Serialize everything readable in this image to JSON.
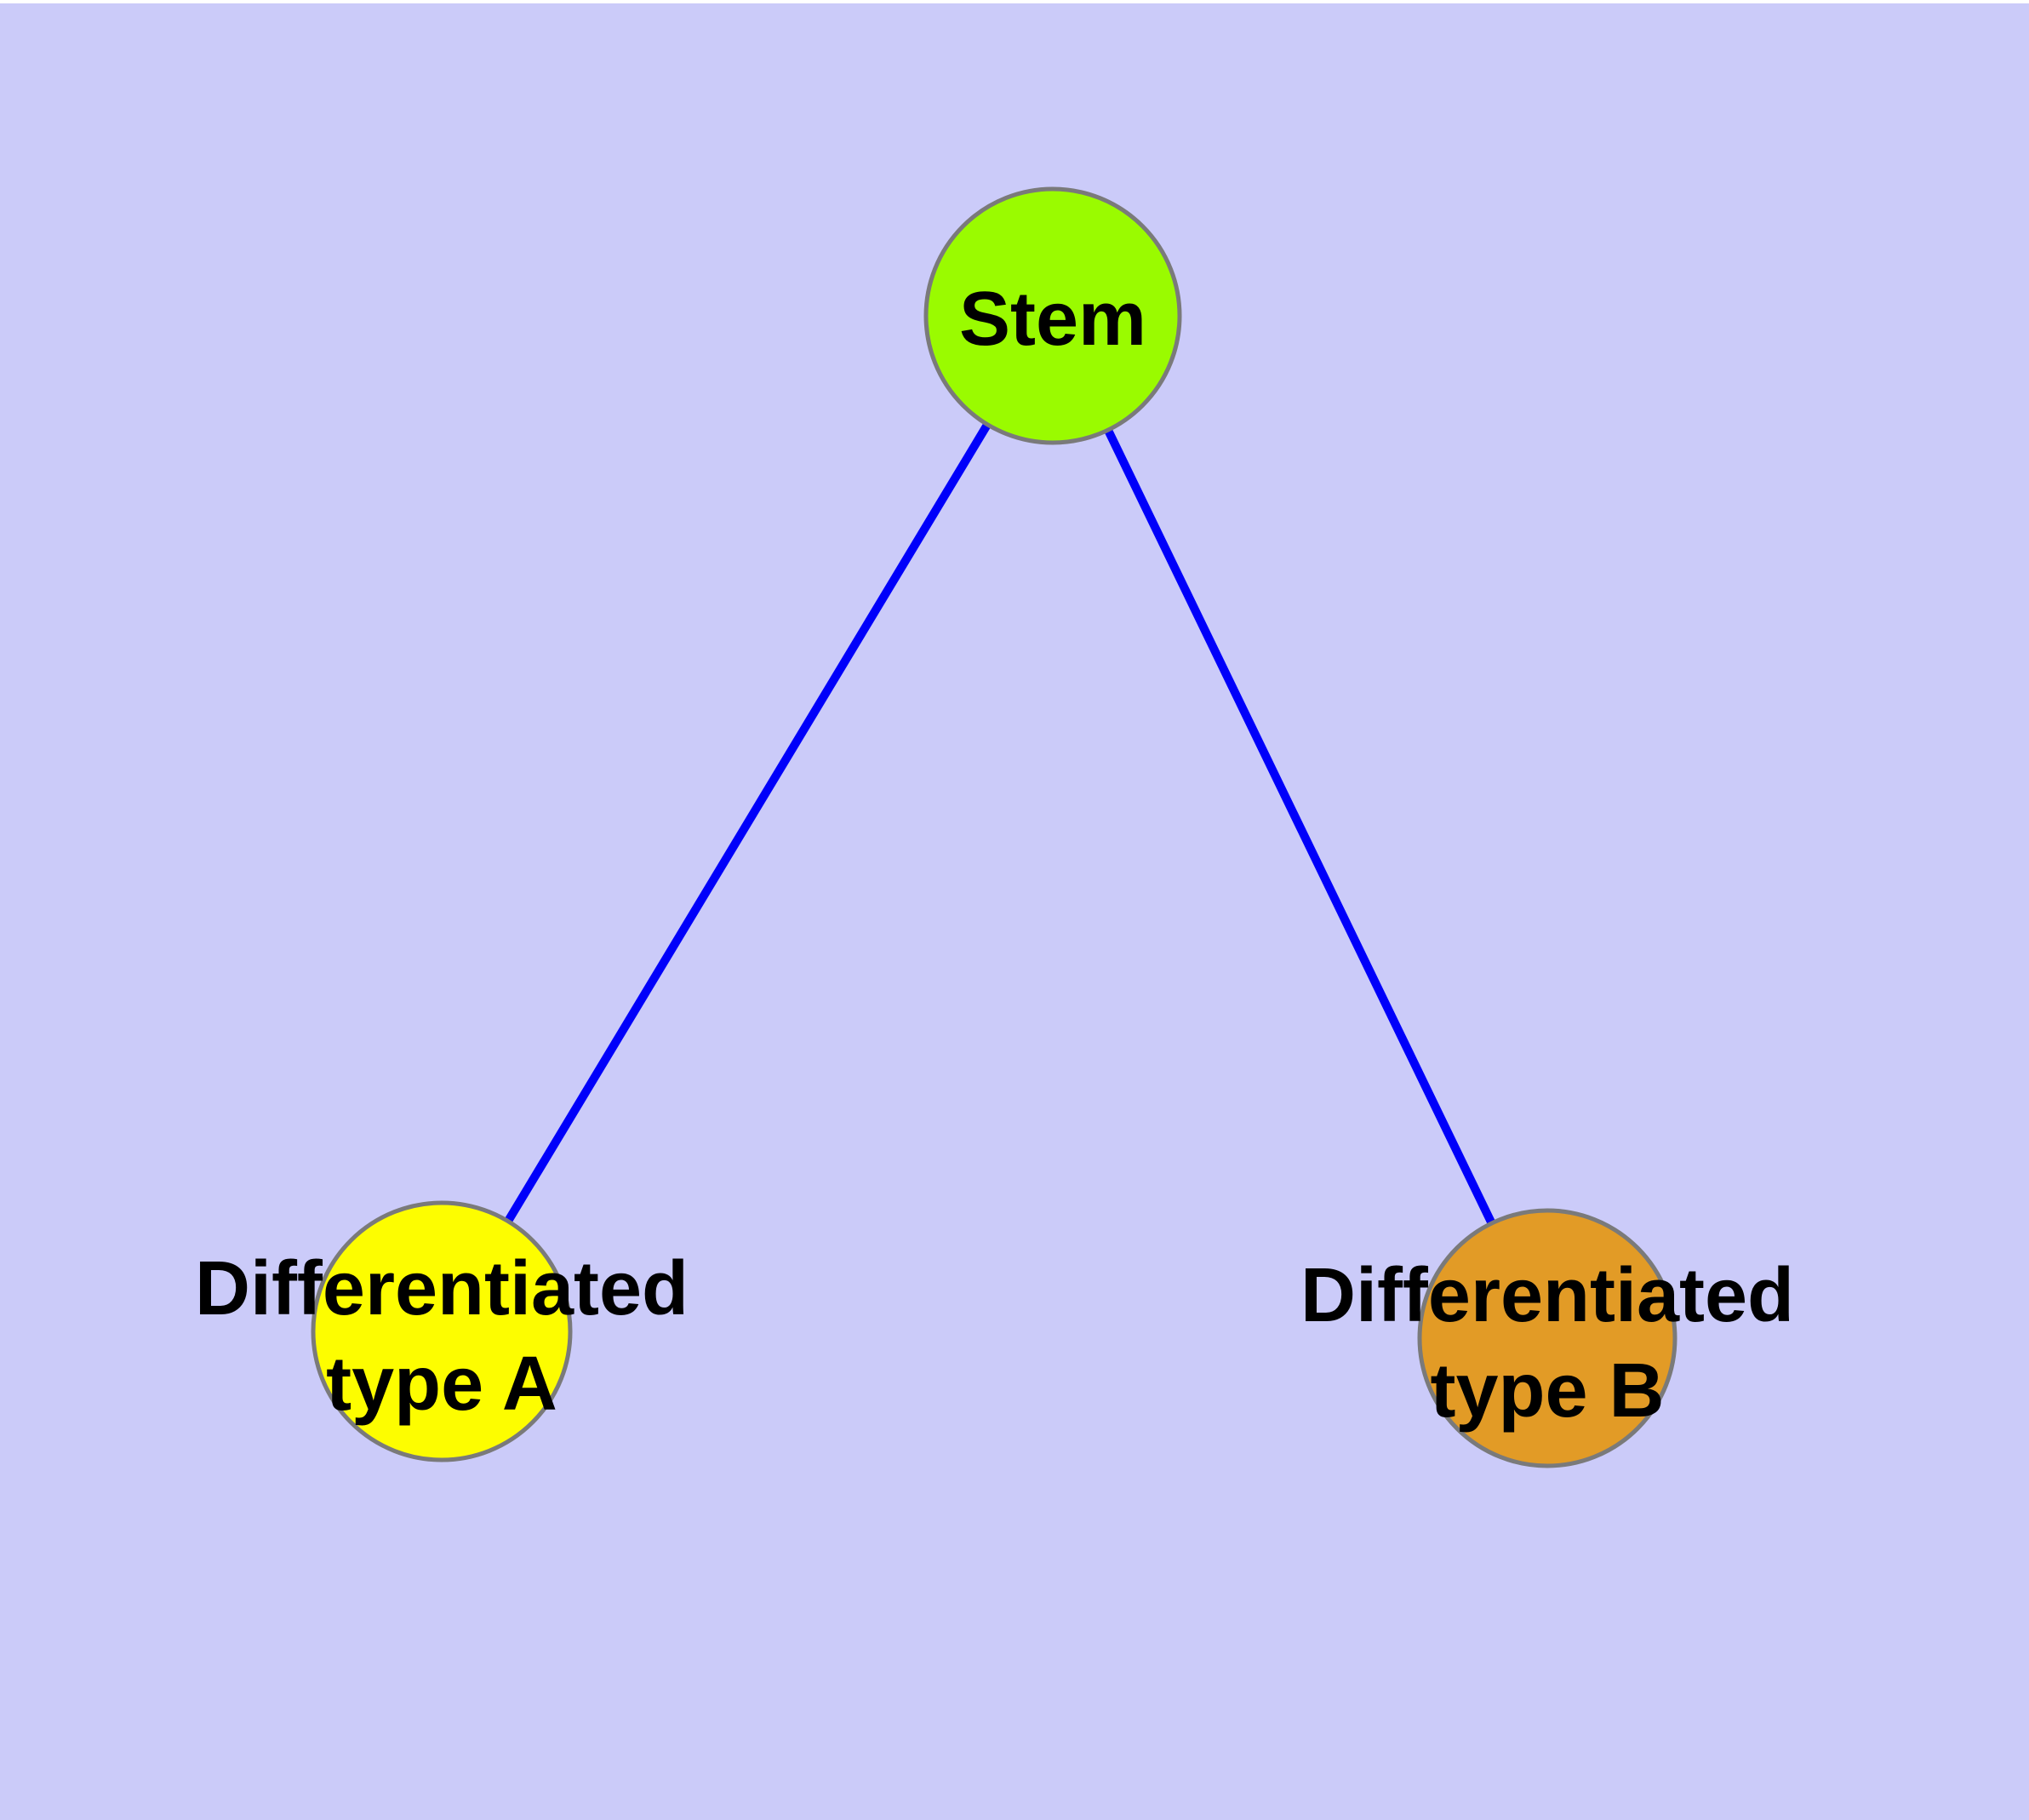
{
  "diagram": {
    "background_color": "#cbcbf9",
    "top_margin_color": "#ffffff",
    "edge_color": "#0000fa",
    "node_border_color": "#7a7a7a",
    "label_color": "#000000",
    "nodes": [
      {
        "id": "stem",
        "label": "Stem",
        "fill": "#9afb00"
      },
      {
        "id": "differentiated-type-a",
        "label": "Differentiated type A",
        "line1": "Differentiated",
        "line2": "type A",
        "fill": "#fdfd00"
      },
      {
        "id": "differentiated-type-b",
        "label": "Differentiated type B",
        "line1": "Differentiated",
        "line2": "type B",
        "fill": "#e29b26"
      }
    ],
    "edges": [
      {
        "from": "Stem",
        "to": "Differentiated type A"
      },
      {
        "from": "Stem",
        "to": "Differentiated type B"
      }
    ]
  }
}
